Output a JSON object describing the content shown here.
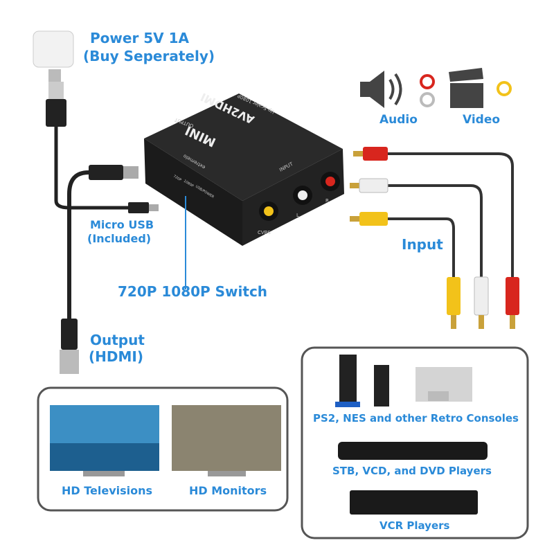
{
  "labels": {
    "power_line1": "Power 5V 1A",
    "power_line2": "(Buy Seperately)",
    "audio": "Audio",
    "video": "Video",
    "micro_usb_line1": "Micro USB",
    "micro_usb_line2": "(Included)",
    "input": "Input",
    "switch": "720P 1080P Switch",
    "output_line1": "Output",
    "output_line2": "(HDMI)"
  },
  "device": {
    "output": "OUTPUT",
    "model": "AV2HDMI",
    "upscaler": "Up Scaler 1080P",
    "mini": "MINI",
    "brand": "extremelo",
    "input": "INPUT",
    "cvbs": "CVBS",
    "l": "L",
    "r": "R",
    "switch_720": "720P",
    "switch_1080": "1080P",
    "usb_power": "USB/POWER"
  },
  "displays": {
    "tv": "HD Televisions",
    "monitor": "HD Monitors"
  },
  "sources": {
    "consoles": "PS2, NES and other Retro Consoles",
    "dvd": "STB, VCD, and DVD Players",
    "vcr": "VCR Players"
  },
  "colors": {
    "accent": "#2a8ad8",
    "red": "#d8261e",
    "yellow": "#f2c21a"
  }
}
